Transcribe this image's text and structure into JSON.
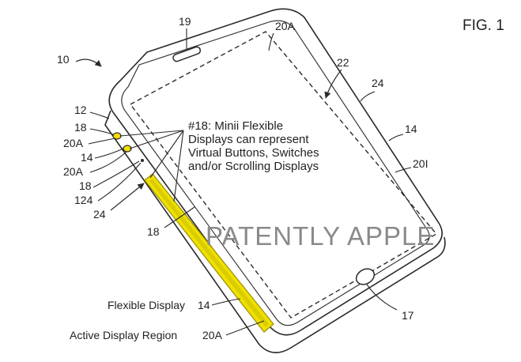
{
  "figure": {
    "fig_label": "FIG. 1",
    "watermark": "PATENTLY APPLE",
    "annotation_lines": [
      "#18: Minii Flexible",
      "Displays can represent",
      "Virtual Buttons, Switches",
      "and/or Scrolling Displays"
    ],
    "reference_numerals": {
      "n19": "19",
      "n20a_top": "20A",
      "n10": "10",
      "n22": "22",
      "n24_right": "24",
      "n12": "12",
      "n18_a": "18",
      "n20a_a": "20A",
      "n14_a": "14",
      "n20a_b": "20A",
      "n18_b": "18",
      "n124": "124",
      "n24_left": "24",
      "n14_right": "14",
      "n20i": "20I",
      "n18_c": "18",
      "n17": "17"
    },
    "captions": {
      "flexible_display": "Flexible Display",
      "flexible_display_num": "14",
      "active_region": "Active Display Region",
      "active_region_num": "20A"
    },
    "colors": {
      "line": "#2a2a2a",
      "flexible_strip": "#f0e000",
      "flexible_strip_outline": "#9a9000",
      "watermark": "#8a8a8a"
    }
  }
}
